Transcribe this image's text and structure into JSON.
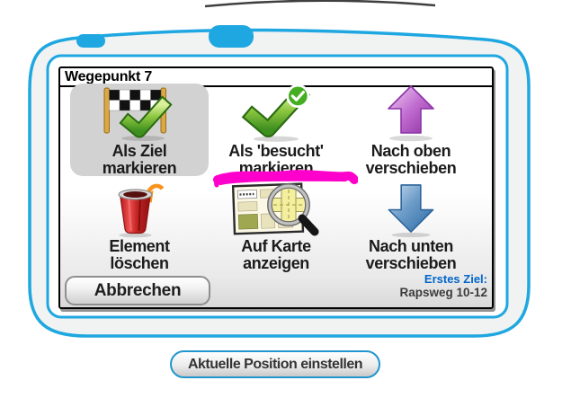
{
  "screen": {
    "title": "Wegepunkt 7",
    "menu_items": [
      {
        "id": "mark-as-destination",
        "line1": "Als Ziel",
        "line2": "markieren",
        "icon": "finish-flag-check-icon",
        "selected": true
      },
      {
        "id": "mark-as-visited",
        "line1": "Als 'besucht'",
        "line2": "markieren",
        "icon": "green-check-icon",
        "annotated": "pink-highlighter"
      },
      {
        "id": "move-up",
        "line1": "Nach oben",
        "line2": "verschieben",
        "icon": "purple-arrow-up-icon"
      },
      {
        "id": "delete-item",
        "line1": "Element",
        "line2": "löschen",
        "icon": "red-trash-icon"
      },
      {
        "id": "show-on-map",
        "line1": "Auf Karte",
        "line2": "anzeigen",
        "icon": "map-magnifier-icon"
      },
      {
        "id": "move-down",
        "line1": "Nach unten",
        "line2": "verschieben",
        "icon": "blue-arrow-down-icon"
      }
    ],
    "cancel_button": "Abbrechen",
    "status": {
      "label": "Erstes Ziel:",
      "value": "Rapsweg 10-12"
    }
  },
  "footer_button": {
    "label": "Aktuelle Position einstellen"
  },
  "colors": {
    "device_blue": "#1ea7e0",
    "highlighter_pink": "#ff00cc",
    "status_label_blue": "#0066cc",
    "selected_item_bg": "#d2d2d2"
  }
}
